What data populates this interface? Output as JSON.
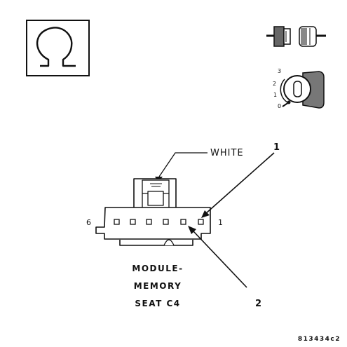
{
  "symbols": {
    "ohm_icon": "ohm-symbol-icon",
    "connector_icon": "connector-separation-icon",
    "ignition_icon": "ignition-key-switch-icon"
  },
  "ignition": {
    "positions": [
      "3",
      "2",
      "1",
      "0"
    ]
  },
  "connector": {
    "wire_color_label": "WHITE",
    "pin_end_left": "6",
    "pin_end_right": "1",
    "callout_1": "1",
    "callout_2": "2",
    "name_lines": [
      "MODULE-",
      "MEMORY",
      "SEAT C4"
    ]
  },
  "figure_id": "813434c2"
}
